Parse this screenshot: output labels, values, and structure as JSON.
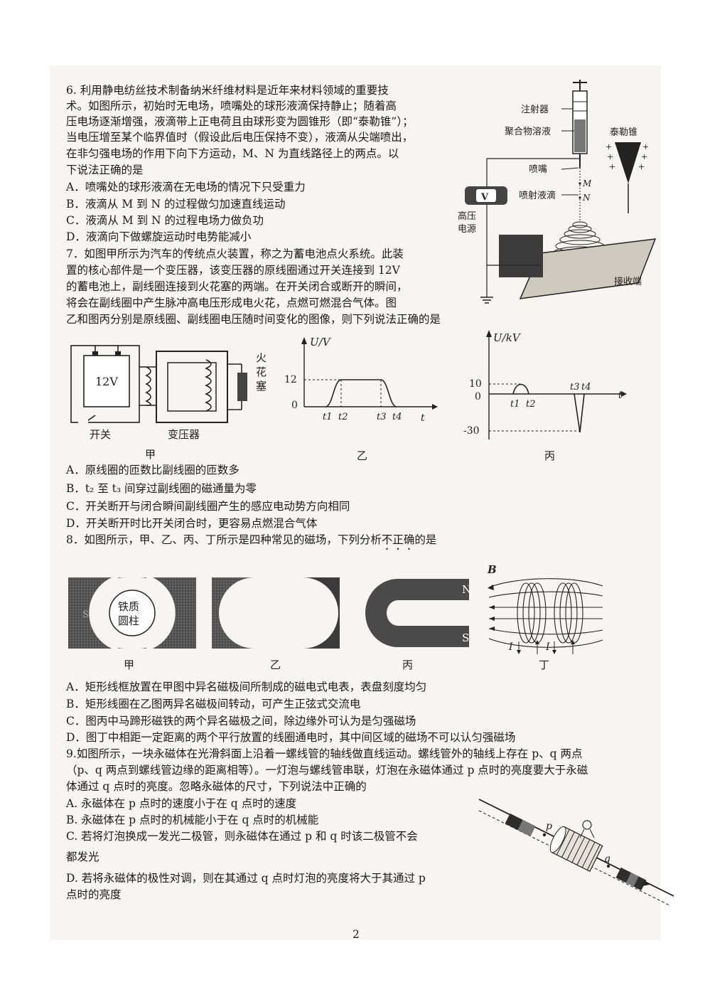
{
  "q6": {
    "lines": [
      "6. 利用静电纺丝技术制备纳米纤维材料是近年来材料领域的重要技",
      "术。如图所示，初始时无电场，喷嘴处的球形液滴保持静止；随着高",
      "压电场逐渐增强，液滴带上正电荷且由球形变为圆锥形（即“泰勒锥”）；",
      "当电压增至某个临界值时（假设此后电压保持不变），液滴从尖端喷出，",
      "在非匀强电场的作用下向下方运动，M、N 为直线路径上的两点。以",
      "下说法正确的是"
    ],
    "options": [
      "A．喷嘴处的球形液滴在无电场的情况下只受重力",
      "B．液滴从 M 到 N 的过程做匀加速直线运动",
      "C．液滴从 M 到 N 的过程电场力做负功",
      "D．液滴向下做螺旋运动时电势能减小"
    ],
    "figure": {
      "syringe": "注射器",
      "polymer": "聚合物溶液",
      "taylor_cone": "泰勒锥",
      "nozzle": "喷嘴",
      "jet": "喷射液滴",
      "M": "M",
      "N": "N",
      "voltmeter": "V",
      "hv_line1": "高压",
      "hv_line2": "电源",
      "collector": "接收端"
    }
  },
  "q7": {
    "lines": [
      "7．如图甲所示为汽车的传统点火装置，称之为蓄电池点火系统。此装",
      "置的核心部件是一个变压器，该变压器的原线圈通过开关连接到 12V",
      "的蓄电池上，副线圈连接到火花塞的两端。在开关闭合或断开的瞬间，",
      "将会在副线圈中产生脉冲高电压形成电火花，点燃可燃混合气体。图",
      "乙和图丙分别是原线圈、副线圈电压随时间变化的图像，则下列说法正确的是"
    ],
    "fig_jia": {
      "battery": "12V",
      "spark_plug": [
        "火",
        "花",
        "塞"
      ],
      "switch": "开关",
      "transformer": "变压器",
      "caption": "甲"
    },
    "fig_yi": {
      "ylabel": "U/V",
      "y_tick": "12",
      "origin": "0",
      "x_ticks": [
        "t1",
        "t2",
        "t3",
        "t4"
      ],
      "xlabel": "t",
      "caption": "乙"
    },
    "fig_bing": {
      "ylabel": "U/kV",
      "y_ticks": [
        "10",
        "0",
        "-30"
      ],
      "x_ticks": [
        "t1",
        "t2",
        "t3",
        "t4"
      ],
      "xlabel": "t",
      "caption": "丙"
    },
    "options": [
      "A．原线圈的匝数比副线圈的匝数多",
      "B．t₂ 至 t₃ 间穿过副线圈的磁通量为零",
      "C．开关断开与闭合瞬间副线圈产生的感应电动势方向相同",
      "D．开关断开时比开关闭合时，更容易点燃混合气体"
    ]
  },
  "q8": {
    "stem_prefix": "8．如图所示，甲、乙、丙、丁所示是四种常见的磁场，下列分析",
    "stem_emph": "不正确",
    "stem_suffix": "的是",
    "figs": {
      "iron_core": [
        "铁质",
        "圆柱"
      ],
      "S": "S",
      "N": "N",
      "B": "B",
      "I": "I",
      "captions": [
        "甲",
        "乙",
        "丙",
        "丁"
      ]
    },
    "options": [
      "A．矩形线框放置在甲图中异名磁极间所制成的磁电式电表，表盘刻度均匀",
      "B．矩形线圈在乙图两异名磁极间转动，可产生正弦式交流电",
      "C．图丙中马蹄形磁铁的两个异名磁极之间，除边缘外可认为是匀强磁场",
      "D．图丁中相距一定距离的两个平行放置的线圈通电时，其中间区域的磁场不可以认匀强磁场"
    ]
  },
  "q9": {
    "lines": [
      "9.如图所示，一块永磁体在光滑斜面上沿着一螺线管的轴线做直线运动。螺线管外的轴线上存在 p、q 两点",
      "（p、q 两点到螺线管边缘的距离相等）。一灯泡与螺线管串联，灯泡在永磁体通过 p 点时的亮度要大于永磁",
      "体通过 q 点时的亮度。忽略永磁体的尺寸，下列说法中正确的"
    ],
    "options": [
      "A. 永磁体在 p 点时的速度小于在 q 点时的速度",
      "B. 永磁体在 p 点时的机械能小于在 q 点时的机械能",
      "C. 若将灯泡换成一发光二极管，则永磁体在通过 p 和 q 时该二极管不会",
      "都发光",
      "D. 若将永磁体的极性对调，则在其通过 q 点时灯泡的亮度将大于其通过 p",
      "点时的亮度"
    ],
    "figure": {
      "p": "p",
      "q": "q"
    }
  },
  "page_number": "2"
}
